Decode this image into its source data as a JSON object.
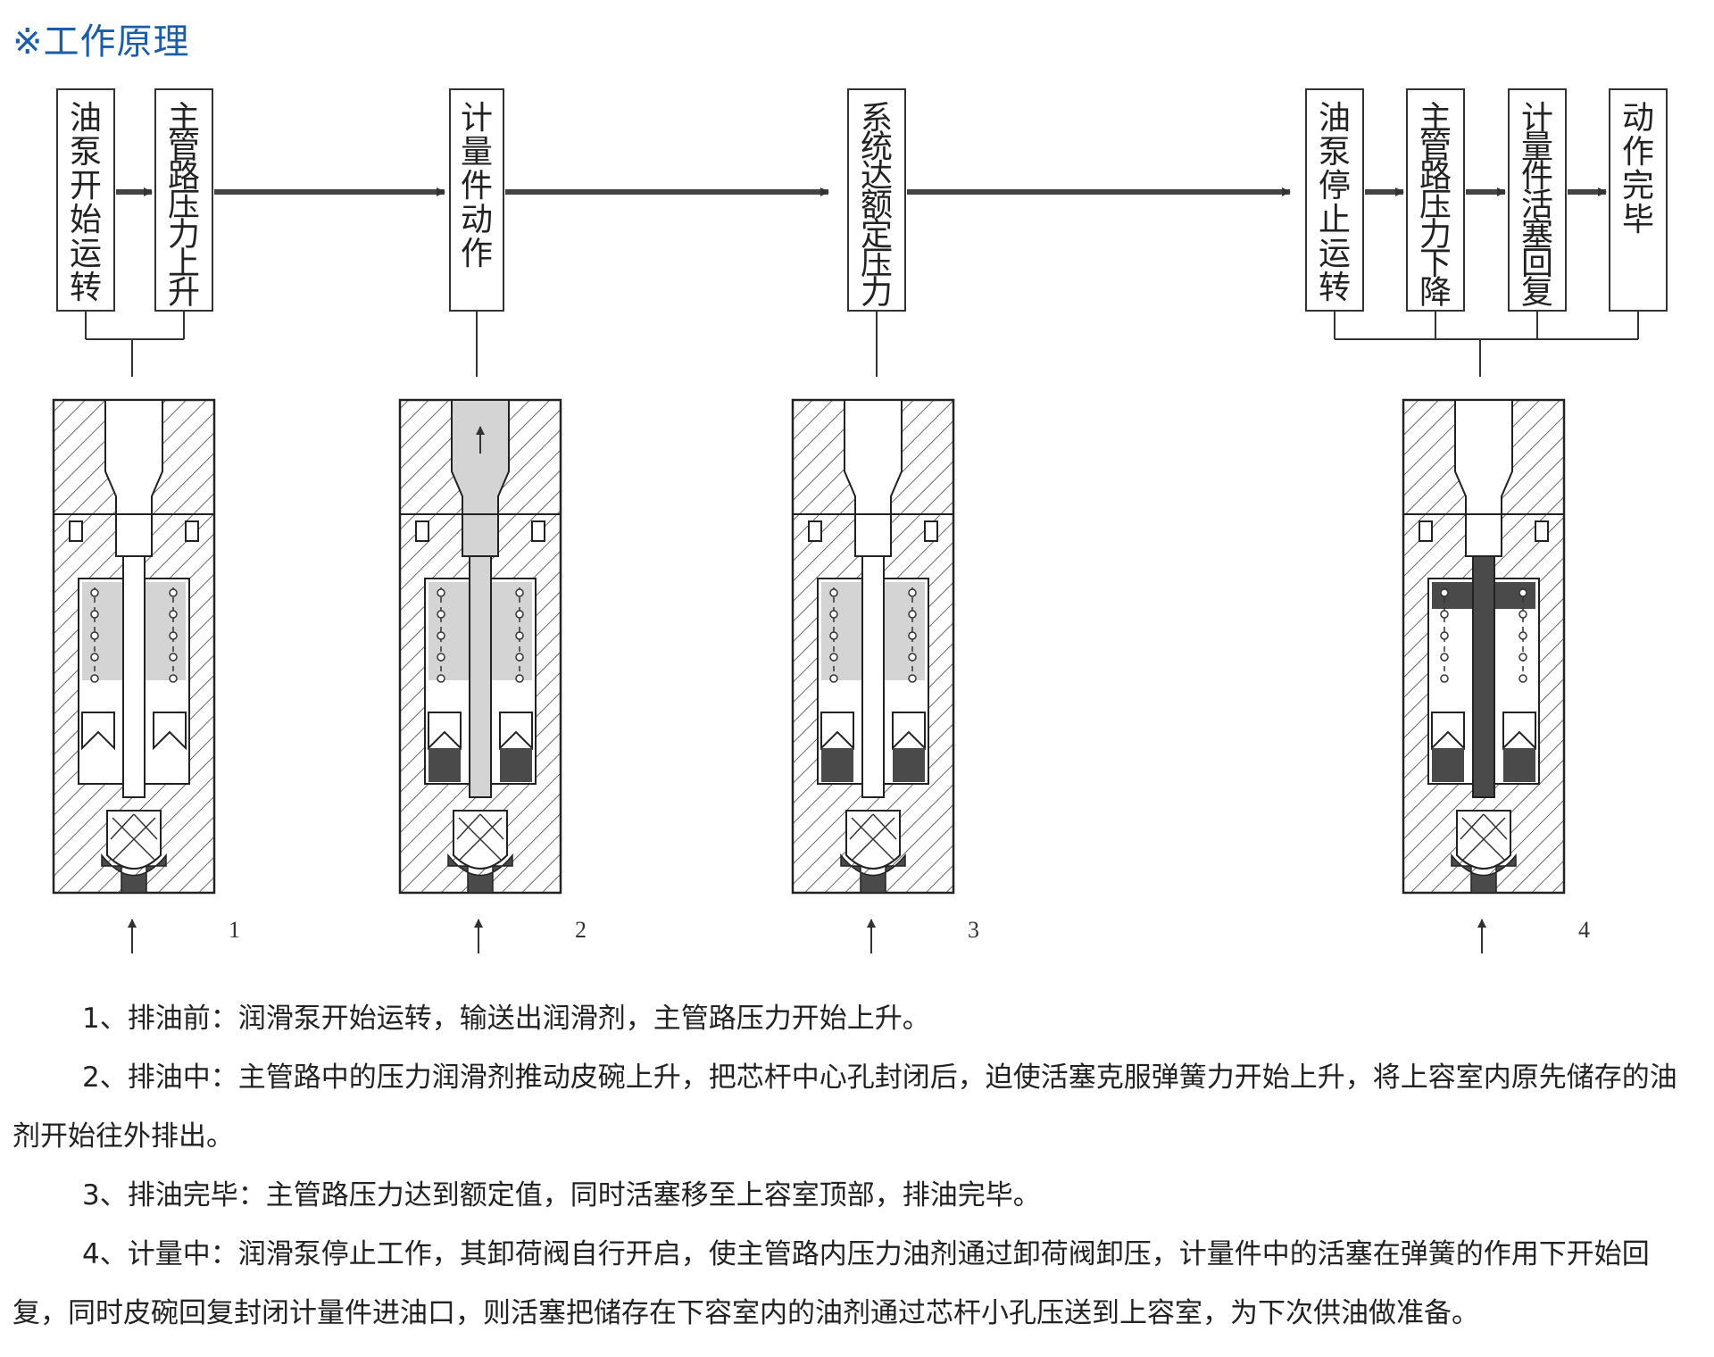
{
  "title": "※工作原理",
  "flow": {
    "boxes": [
      {
        "id": "b1",
        "text": "油泵开始运转"
      },
      {
        "id": "b2",
        "text": "主管路压力上升"
      },
      {
        "id": "b3",
        "text": "计量件动作"
      },
      {
        "id": "b4",
        "text": "系统达额定压力"
      },
      {
        "id": "b5",
        "text": "油泵停止运转"
      },
      {
        "id": "b6",
        "text": "主管路压力下降"
      },
      {
        "id": "b7",
        "text": "计量件活塞回复"
      },
      {
        "id": "b8",
        "text": "动作完毕"
      }
    ]
  },
  "figures": [
    {
      "label": "1"
    },
    {
      "label": "2"
    },
    {
      "label": "3"
    },
    {
      "label": "4"
    }
  ],
  "colors": {
    "title": "#1a5ea8",
    "line": "#333333",
    "dark_oil": "#4a4a4a",
    "light_oil": "#d4d4d4"
  },
  "description": [
    "1、排油前：润滑泵开始运转，输送出润滑剂，主管路压力开始上升。",
    "2、排油中：主管路中的压力润滑剂推动皮碗上升，把芯杆中心孔封闭后，迫使活塞克服弹簧力开始上升，将上容室内原先储存的油剂开始往外排出。",
    "3、排油完毕：主管路压力达到额定值，同时活塞移至上容室顶部，排油完毕。",
    "4、计量中：润滑泵停止工作，其卸荷阀自行开启，使主管路内压力油剂通过卸荷阀卸压，计量件中的活塞在弹簧的作用下开始回复，同时皮碗回复封闭计量件进油口，则活塞把储存在下容室内的油剂通过芯杆小孔压送到上容室，为下次供油做准备。"
  ]
}
